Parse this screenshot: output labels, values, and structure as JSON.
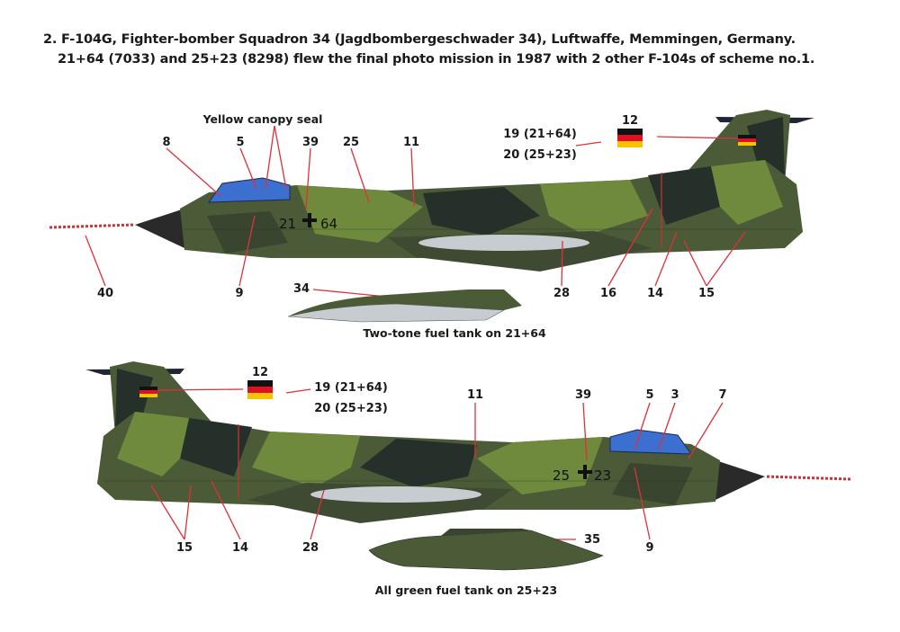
{
  "header": {
    "line1": "2. F-104G, Fighter-bomber Squadron 34 (Jagdbombergeschwader 34), Luftwaffe, Memmingen, Germany.",
    "line2": "21+64 (7033) and 25+23 (8298) flew the final photo mission in 1987 with 2 other F-104s of scheme no.1."
  },
  "colors": {
    "camo_base": "#4b5a37",
    "camo_light": "#6f8a3c",
    "camo_dark": "#26302a",
    "canopy": "#3b6fd0",
    "callout": "#e0303a"
  },
  "top_aircraft": {
    "canopy_note": "Yellow canopy seal",
    "callouts": [
      "8",
      "5",
      "39",
      "25",
      "11",
      "12",
      "19 (21+64)",
      "20 (25+23)",
      "40",
      "9",
      "28",
      "16",
      "14",
      "15",
      "34"
    ],
    "code_left": "21",
    "code_right": "64",
    "tank_caption": "Two-tone fuel tank on 21+64"
  },
  "bottom_aircraft": {
    "callouts": [
      "12",
      "19 (21+64)",
      "20 (25+23)",
      "11",
      "39",
      "5",
      "3",
      "7",
      "15",
      "14",
      "28",
      "9",
      "35"
    ],
    "code_left": "25",
    "code_right": "23",
    "tank_caption": "All green fuel tank on 25+23"
  }
}
